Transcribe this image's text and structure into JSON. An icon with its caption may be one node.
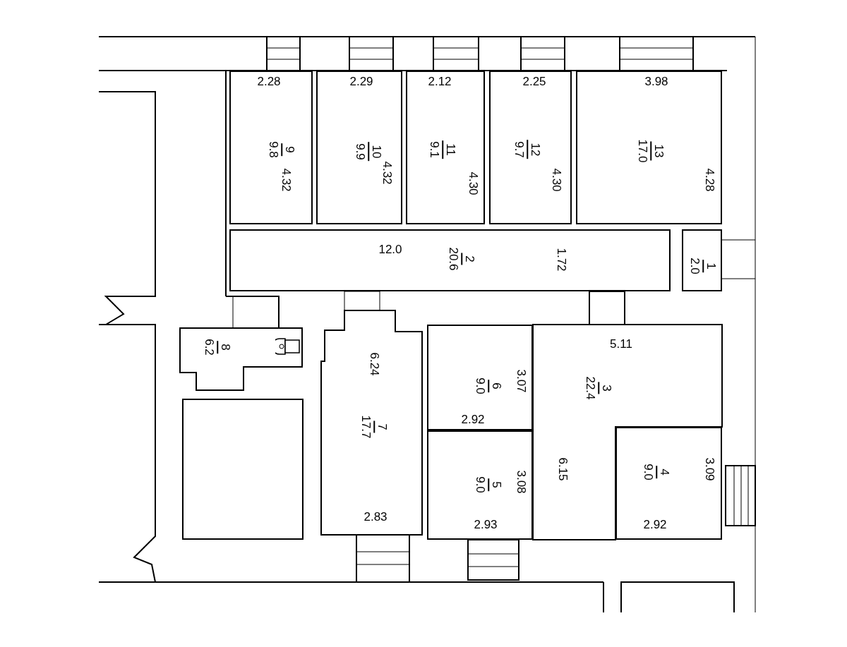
{
  "diagram": {
    "nodes": [
      {
        "text": [
          "9",
          "9.8"
        ]
      },
      {
        "text": [
          "10",
          "9.9"
        ]
      },
      {
        "text": [
          "11",
          "9.1"
        ]
      },
      {
        "text": [
          "12",
          "9.7"
        ]
      },
      {
        "text": [
          "13",
          "17.0"
        ]
      },
      {
        "text": [
          "2",
          "20.6"
        ]
      },
      {
        "text": [
          "1",
          "2.0"
        ]
      },
      {
        "text": [
          "8",
          "6.2"
        ]
      },
      {
        "text": [
          "7",
          "17.7"
        ]
      },
      {
        "text": [
          "6",
          "9.0"
        ]
      },
      {
        "text": [
          "3",
          "22.4"
        ]
      },
      {
        "text": [
          "5",
          "9.0"
        ]
      },
      {
        "text": [
          "4",
          "9.0"
        ]
      },
      {
        "text": [],
        "shape": "box"
      }
    ],
    "labels": [
      "2.28",
      "2.29",
      "2.12",
      "2.25",
      "3.98",
      "4.32",
      "4.32",
      "4.30",
      "4.30",
      "4.28",
      "12.0",
      "1.72",
      "6.24",
      "5.11",
      "3.07",
      "2.92",
      "6.15",
      "3.08",
      "3.09",
      "2.83",
      "2.93",
      "2.92"
    ]
  }
}
